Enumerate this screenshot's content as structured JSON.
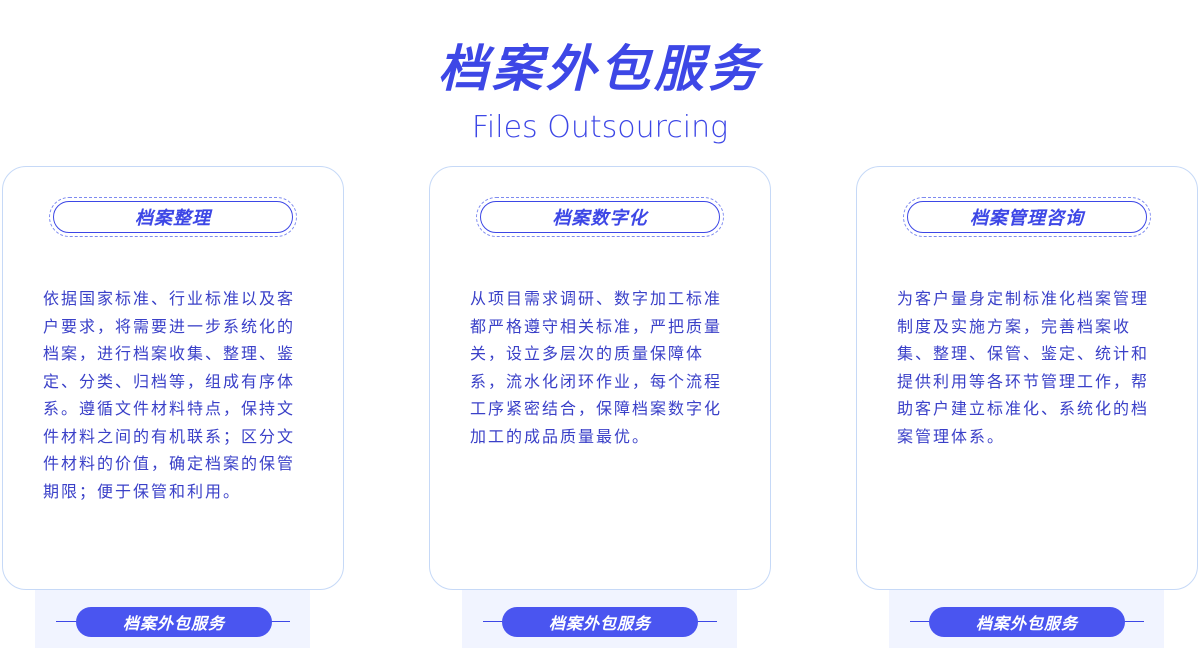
{
  "header": {
    "title": "档案外包服务",
    "subtitle": "Files Outsourcing"
  },
  "cards": [
    {
      "label": "档案整理",
      "text": "依据国家标准、行业标准以及客户要求，将需要进一步系统化的档案，进行档案收集、整理、鉴定、分类、归档等，组成有序体系。遵循文件材料特点，保持文件材料之间的有机联系；区分文件材料的价值，确定档案的保管期限；便于保管和利用。",
      "footer": "档案外包服务"
    },
    {
      "label": "档案数字化",
      "text": "从项目需求调研、数字加工标准都严格遵守相关标准，严把质量关，设立多层次的质量保障体系，流水化闭环作业，每个流程工序紧密结合，保障档案数字化加工的成品质量最优。",
      "footer": "档案外包服务"
    },
    {
      "label": "档案管理咨询",
      "text": "为客户量身定制标准化档案管理制度及实施方案，完善档案收集、整理、保管、鉴定、统计和提供利用等各环节管理工作，帮助客户建立标准化、系统化的档案管理体系。",
      "footer": "档案外包服务"
    }
  ],
  "colors": {
    "primary": "#3d47e6",
    "pill": "#4a55f0",
    "card_border": "#c6d9f7",
    "shadow_bg": "#f1f4ff"
  }
}
